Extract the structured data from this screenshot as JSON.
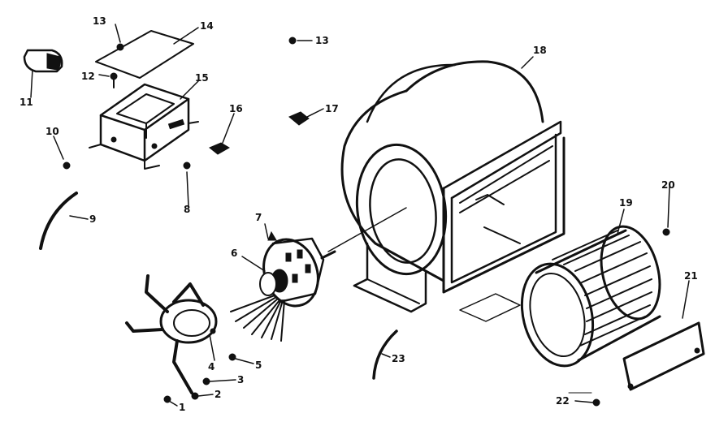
{
  "callouts": {
    "c1": "1",
    "c2": "2",
    "c3": "3",
    "c4": "4",
    "c5": "5",
    "c6": "6",
    "c7": "7",
    "c8": "8",
    "c9": "9",
    "c10": "10",
    "c11": "11",
    "c12": "12",
    "c13a": "13",
    "c13b": "13",
    "c14": "14",
    "c15": "15",
    "c16": "16",
    "c17": "17",
    "c18": "18",
    "c19": "19",
    "c20": "20",
    "c21": "21",
    "c22": "22",
    "c23": "23"
  }
}
